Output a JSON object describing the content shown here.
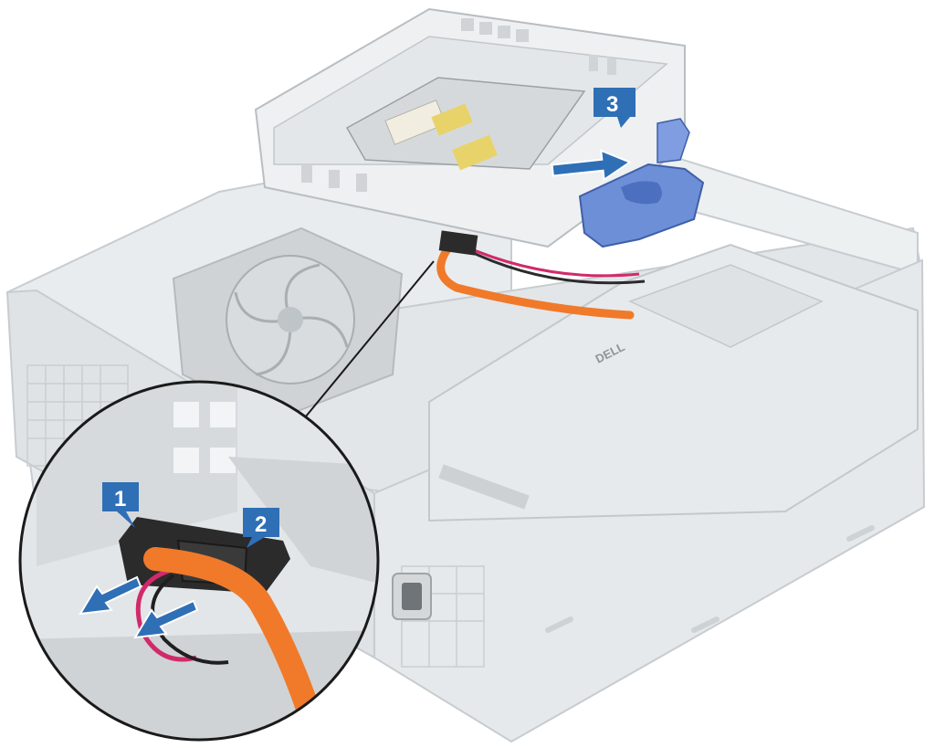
{
  "callouts": [
    {
      "label": "1",
      "color": "#2f6fb6"
    },
    {
      "label": "2",
      "color": "#2f6fb6"
    },
    {
      "label": "3",
      "color": "#2f6fb6"
    }
  ],
  "psu_brand": "DELL",
  "colors": {
    "chassis_fill": "#e9ecee",
    "chassis_line": "#c5cacd",
    "blue_latch": "#6d8fd8",
    "sata_cable": "#f07a2a",
    "power_wire_red": "#d12a6b",
    "connector": "#2b2b2b",
    "callout_blue": "#2f6fb6"
  }
}
